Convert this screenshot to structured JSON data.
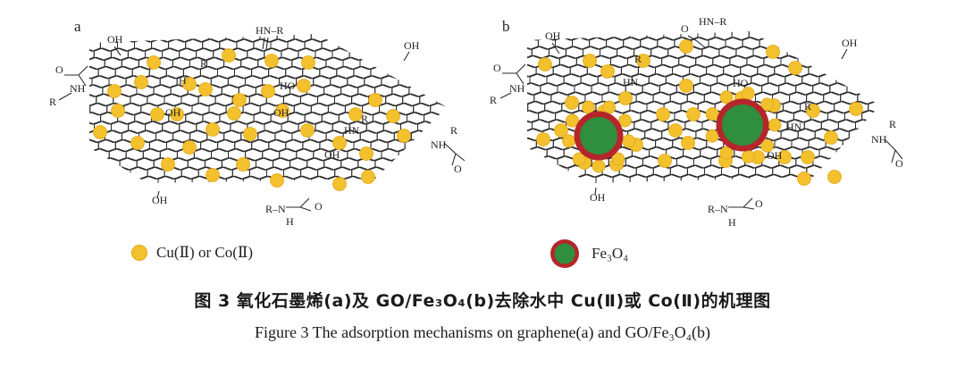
{
  "panels": {
    "a_label": "a",
    "b_label": "b"
  },
  "groups": {
    "oh": "OH",
    "ho": "HO",
    "r": "R",
    "o": "O",
    "nh": "NH",
    "hn": "HN",
    "n": "N",
    "h": "H",
    "hn_r": "HN–R",
    "r_n": "R–N",
    "nh_dash": "–NH"
  },
  "legend": {
    "cu_co": "Cu(Ⅱ) or Co(Ⅱ)",
    "fe3o4": "Fe₃O₄"
  },
  "caption": {
    "zh": "图 3 氧化石墨烯(a)及 GO/Fe₃O₄(b)去除水中 Cu(Ⅱ)或 Co(Ⅱ)的机理图",
    "en": "Figure 3 The adsorption mechanisms on graphene(a) and GO/Fe₃O₄(b)"
  },
  "colors": {
    "ion": "#f3c02e",
    "ion_stroke": "#e2a915",
    "fe3o4_core": "#2f8f3f",
    "fe3o4_ring": "#b5262b",
    "lattice": "#2a2a2a"
  }
}
